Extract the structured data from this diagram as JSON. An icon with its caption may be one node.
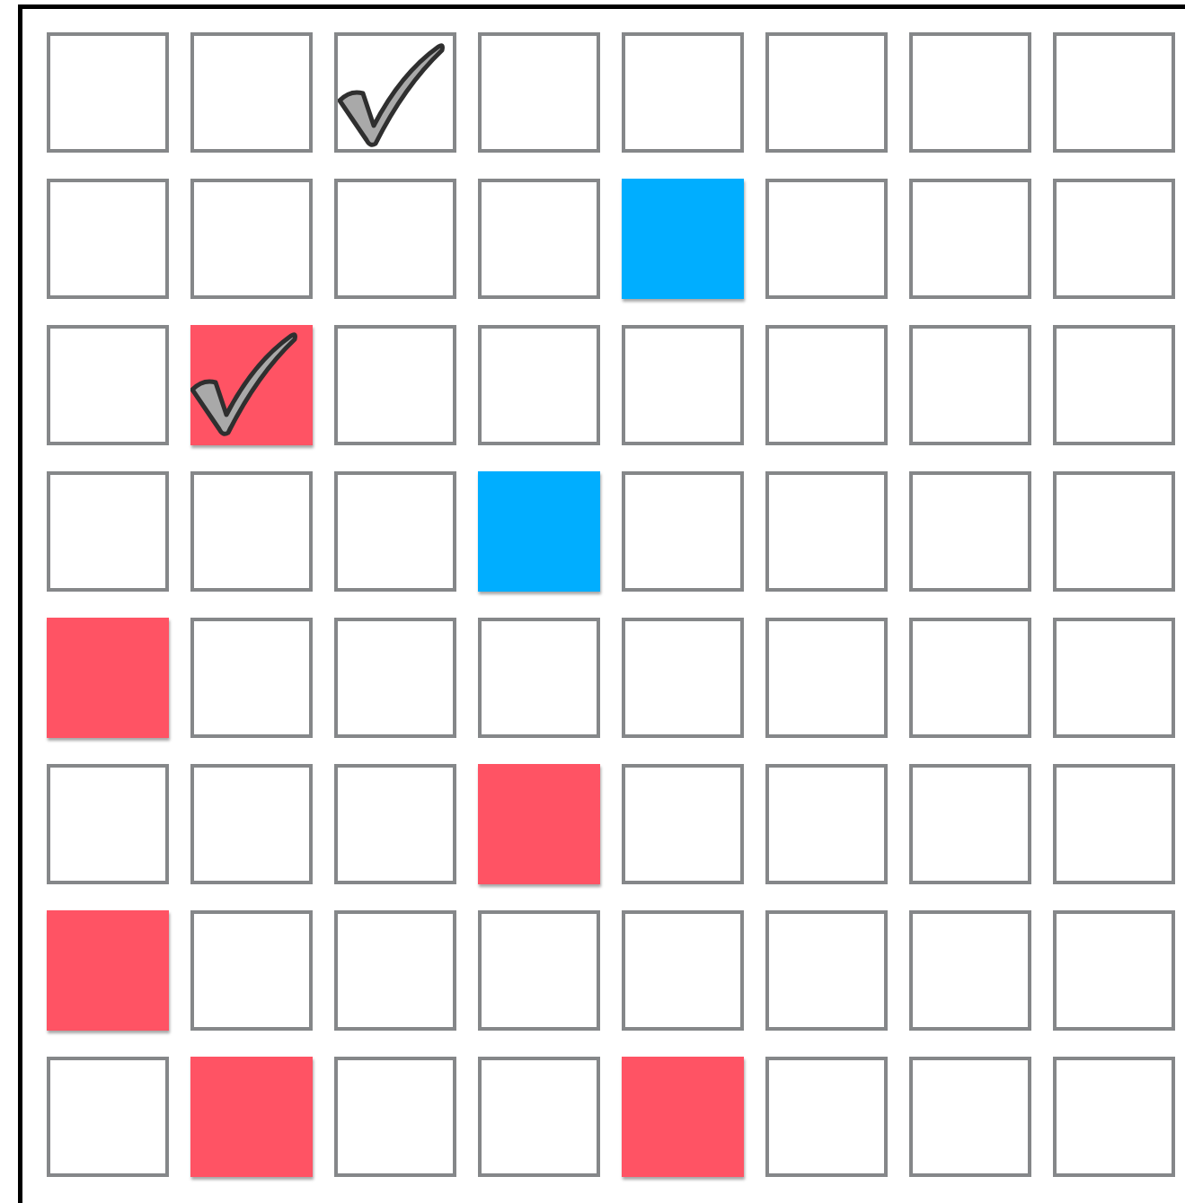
{
  "diagram": {
    "nodes": [
      {
        "text": [],
        "shape": "box"
      },
      {
        "text": [],
        "shape": "box"
      },
      {
        "text": [],
        "shape": "box"
      },
      {
        "text": [],
        "shape": "box"
      },
      {
        "text": [],
        "shape": "box"
      },
      {
        "text": [],
        "shape": "box"
      },
      {
        "text": [],
        "shape": "box"
      },
      {
        "text": [],
        "shape": "box"
      },
      {
        "text": [],
        "shape": "box"
      },
      {
        "text": [],
        "shape": "box"
      },
      {
        "text": [],
        "shape": "box"
      },
      {
        "text": [],
        "shape": "box"
      },
      {
        "text": [],
        "shape": "box"
      },
      {
        "text": [],
        "shape": "box"
      },
      {
        "text": [],
        "shape": "box"
      },
      {
        "text": [],
        "shape": "box"
      },
      {
        "text": [],
        "shape": "box"
      },
      {
        "text": [],
        "shape": "box"
      },
      {
        "text": [],
        "shape": "box"
      },
      {
        "text": [],
        "shape": "box"
      },
      {
        "text": [],
        "shape": "box"
      },
      {
        "text": [],
        "shape": "box"
      },
      {
        "text": [],
        "shape": "box"
      },
      {
        "text": [],
        "shape": "box"
      },
      {
        "text": [],
        "shape": "box"
      },
      {
        "text": [],
        "shape": "box"
      },
      {
        "text": [],
        "shape": "box"
      },
      {
        "text": [],
        "shape": "box"
      },
      {
        "text": [],
        "shape": "box"
      },
      {
        "text": [],
        "shape": "box"
      },
      {
        "text": [],
        "shape": "box"
      },
      {
        "text": [],
        "shape": "box"
      },
      {
        "text": [],
        "shape": "box"
      },
      {
        "text": [],
        "shape": "box"
      },
      {
        "text": [],
        "shape": "box"
      },
      {
        "text": [],
        "shape": "box"
      },
      {
        "text": [],
        "shape": "box"
      },
      {
        "text": [],
        "shape": "box"
      },
      {
        "text": [],
        "shape": "box"
      },
      {
        "text": [],
        "shape": "box"
      },
      {
        "text": [],
        "shape": "box"
      },
      {
        "text": [],
        "shape": "box"
      },
      {
        "text": [],
        "shape": "box"
      },
      {
        "text": [],
        "shape": "box"
      },
      {
        "text": [],
        "shape": "box"
      },
      {
        "text": [],
        "shape": "box"
      },
      {
        "text": [],
        "shape": "box"
      },
      {
        "text": [],
        "shape": "box"
      },
      {
        "text": [],
        "shape": "box"
      },
      {
        "text": [],
        "shape": "box"
      },
      {
        "text": [],
        "shape": "box"
      },
      {
        "text": [],
        "shape": "box"
      },
      {
        "text": [],
        "shape": "box"
      },
      {
        "text": [],
        "shape": "box"
      },
      {
        "text": [],
        "shape": "box"
      },
      {
        "text": [],
        "shape": "box"
      },
      {
        "text": [],
        "shape": "box"
      },
      {
        "text": [],
        "shape": "box"
      },
      {
        "text": [],
        "shape": "box"
      },
      {
        "text": [],
        "shape": "box"
      },
      {
        "text": [],
        "shape": "box"
      },
      {
        "text": [],
        "shape": "box"
      },
      {
        "text": [],
        "shape": "box"
      },
      {
        "text": [],
        "shape": "box"
      }
    ]
  }
}
